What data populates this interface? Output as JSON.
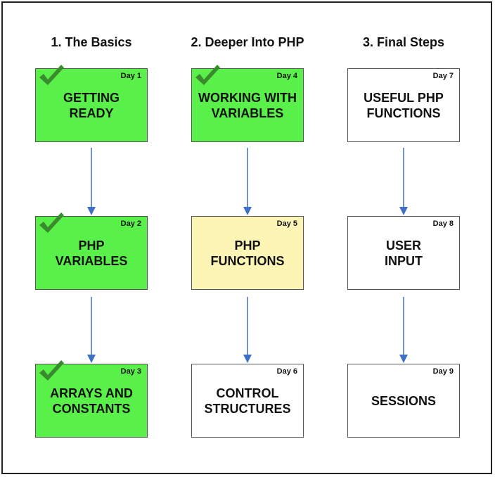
{
  "colors": {
    "done": "#5af04a",
    "in_progress": "#fdf5b6",
    "todo": "#ffffff",
    "arrow": "#3f6fc6",
    "check": "#3a8a2e"
  },
  "columns": [
    {
      "title": "1. The Basics",
      "boxes": [
        {
          "day": "Day 1",
          "line1": "GETTING",
          "line2": "READY",
          "status": "done",
          "checked": true
        },
        {
          "day": "Day 2",
          "line1": "PHP",
          "line2": "VARIABLES",
          "status": "done",
          "checked": true
        },
        {
          "day": "Day 3",
          "line1": "ARRAYS AND",
          "line2": "CONSTANTS",
          "status": "done",
          "checked": true
        }
      ]
    },
    {
      "title": "2. Deeper Into PHP",
      "boxes": [
        {
          "day": "Day 4",
          "line1": "WORKING WITH",
          "line2": "VARIABLES",
          "status": "done",
          "checked": true
        },
        {
          "day": "Day 5",
          "line1": "PHP",
          "line2": "FUNCTIONS",
          "status": "in_progress",
          "checked": false
        },
        {
          "day": "Day 6",
          "line1": "CONTROL",
          "line2": "STRUCTURES",
          "status": "todo",
          "checked": false
        }
      ]
    },
    {
      "title": "3. Final Steps",
      "boxes": [
        {
          "day": "Day 7",
          "line1": "USEFUL PHP",
          "line2": "FUNCTIONS",
          "status": "todo",
          "checked": false
        },
        {
          "day": "Day 8",
          "line1": "USER",
          "line2": "INPUT",
          "status": "todo",
          "checked": false
        },
        {
          "day": "Day 9",
          "line1": "SESSIONS",
          "line2": "",
          "status": "todo",
          "checked": false
        }
      ]
    }
  ]
}
